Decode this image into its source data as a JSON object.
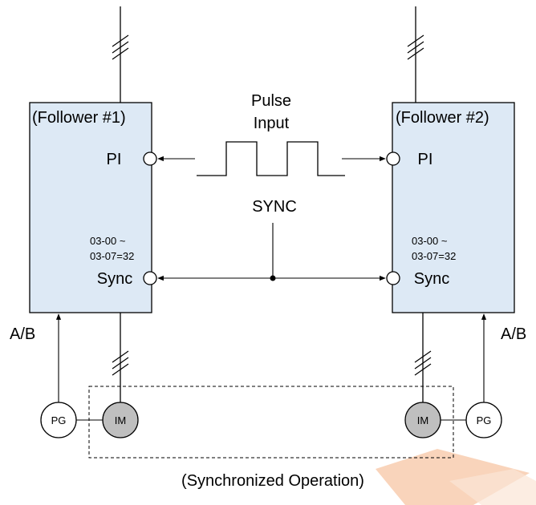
{
  "follower1": {
    "title": "(Follower #1)",
    "pi_label": "PI",
    "param_line1": "03-00 ~",
    "param_line2": "03-07=32",
    "sync_label": "Sync",
    "feedback_label": "A/B"
  },
  "follower2": {
    "title": "(Follower #2)",
    "pi_label": "PI",
    "param_line1": "03-00 ~",
    "param_line2": "03-07=32",
    "sync_label": "Sync",
    "feedback_label": "A/B"
  },
  "pulse_input": {
    "line1": "Pulse",
    "line2": "Input"
  },
  "sync_label": "SYNC",
  "motor_label": "IM",
  "encoder_label": "PG",
  "caption": "(Synchronized Operation)",
  "colors": {
    "box_fill": "#dde9f5",
    "motor_fill": "#bfbfbf",
    "watermark": "#f4b183"
  }
}
